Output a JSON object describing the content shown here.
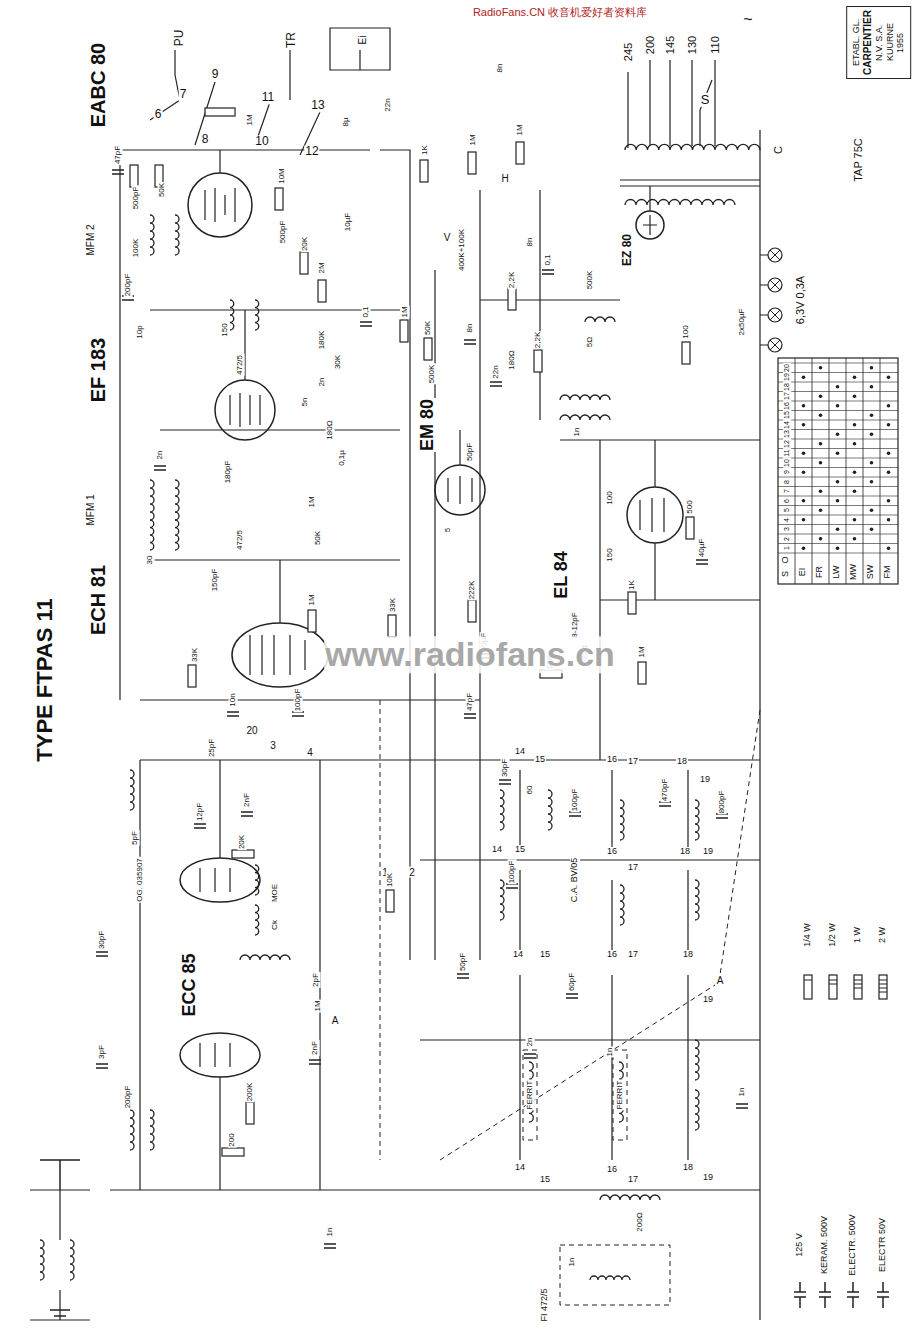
{
  "diagram": {
    "nodes": [
      {
        "text": [
          "ETABL. GL.",
          "CARPENTIER",
          "N.V. S.A.",
          "KUURNE",
          "1955"
        ]
      }
    ],
    "labels": [
      "RadioFans.CN 收音机爱好者资料库",
      "TYPE FTPAS 11",
      "EABC 80",
      "EF 183",
      "ECH 81",
      "ECC 85",
      "EM 80",
      "EL 84",
      "EZ 80",
      "MFM 2",
      "MFM 1",
      "PU",
      "TR",
      "Ei",
      "6",
      "7",
      "8",
      "9",
      "10",
      "11",
      "12",
      "13",
      "245",
      "200",
      "145",
      "130",
      "110",
      "6,3V 0,3A",
      "TAP 75C",
      "S",
      "~",
      "C",
      "OG. 035907",
      "C.A. BV/05",
      "FERRIT",
      "FERRIT",
      "FI 472/5",
      "V",
      "H",
      "A",
      "A",
      "47pF",
      "500pF",
      "50K",
      "100K",
      "200pF",
      "10p",
      "1M",
      "10M",
      "500pF",
      "20K",
      "10µF",
      "22n",
      "8µ",
      "1K",
      "1M",
      "1M",
      "8n",
      "0,1",
      "2M",
      "400K+100K",
      "1M",
      "50K",
      "8n",
      "8n",
      "2,2K",
      "0,1",
      "500K",
      "2,2K",
      "180Ω",
      "5Ω",
      "22n",
      "500K",
      "472/5",
      "150",
      "180K",
      "30K",
      "5n",
      "2n",
      "180Ω",
      "0,1µ",
      "2n",
      "180pF",
      "472/5",
      "150pF",
      "30",
      "1M",
      "50pF",
      "5",
      "222K",
      "50µF",
      "50K",
      "47pF",
      "1M",
      "33K",
      "50K",
      "33K",
      "10n",
      "100pF",
      "20",
      "3",
      "4",
      "1",
      "2",
      "25pF",
      "2nF",
      "12pF",
      "20K",
      "5pF",
      "MOE",
      "Ck",
      "2pF",
      "1M",
      "30pF",
      "3pF",
      "200pF",
      "200K",
      "200",
      "10K",
      "2nF",
      "1n",
      "200Ω",
      "1n",
      "100",
      "2x50µF",
      "500",
      "100",
      "40µF",
      "150",
      "1K",
      "1M",
      "22 1",
      "8-12pF",
      "1n",
      "30pF",
      "60",
      "100pF",
      "470pF",
      "800pF",
      "100pF",
      "50pF",
      "60pF",
      "2n",
      "1n",
      "1n",
      "14",
      "15",
      "16",
      "17",
      "18",
      "19",
      "14",
      "15",
      "16",
      "17",
      "18",
      "19",
      "14",
      "15",
      "16",
      "17",
      "18",
      "19",
      "14",
      "15",
      "16",
      "17",
      "18",
      "19",
      "O",
      "S",
      "EI",
      "FR",
      "LW",
      "MW",
      "SW",
      "FM",
      "1",
      "2",
      "3",
      "4",
      "5",
      "6",
      "7",
      "8",
      "9",
      "10",
      "11",
      "12",
      "13",
      "14",
      "15",
      "16",
      "17",
      "18",
      "19",
      "20",
      "www.radiofans.cn"
    ],
    "legend": [
      {
        "text": "1/4 W"
      },
      {
        "text": "1/2 W"
      },
      {
        "text": "1 W"
      },
      {
        "text": "2 W"
      },
      {
        "text": "125 V"
      },
      {
        "text": "KERAM. 500V"
      },
      {
        "text": "ELECTR. 500V"
      },
      {
        "text": "ELECTR 50V"
      }
    ]
  }
}
